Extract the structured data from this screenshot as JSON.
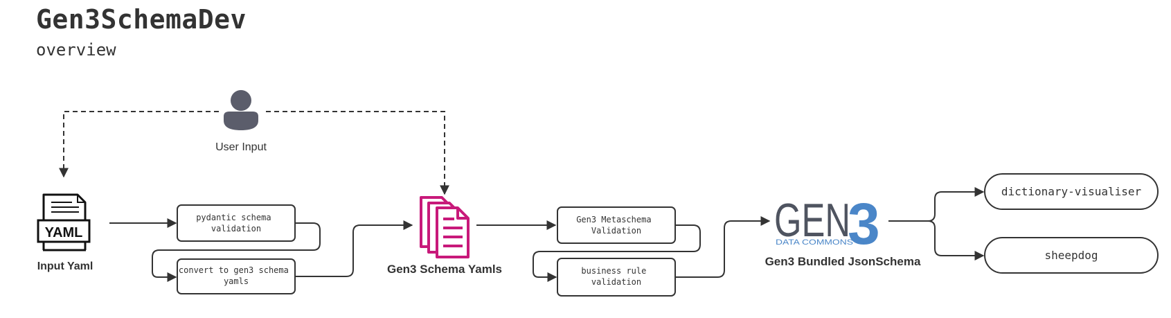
{
  "header": {
    "title": "Gen3SchemaDev",
    "subtitle": "overview"
  },
  "nodes": {
    "user_input": "User Input",
    "yaml_doc": "YAML",
    "input_yaml": "Input Yaml",
    "pydantic": [
      "pydantic schema",
      "validation"
    ],
    "convert": [
      "convert to gen3 schema",
      "yamls"
    ],
    "schema_yamls": "Gen3 Schema Yamls",
    "metaschema": [
      "Gen3 Metaschema",
      "Validation"
    ],
    "business": [
      "business rule",
      "validation"
    ],
    "gen3_logo": {
      "word": "GEN",
      "digit": "3",
      "tagline": "DATA COMMONS"
    },
    "bundled": "Gen3 Bundled JsonSchema",
    "visualiser": "dictionary-visualiser",
    "sheepdog": "sheepdog"
  },
  "colors": {
    "stroke": "#333333",
    "user_icon": "#5b5d6b",
    "schema_docs": "#c8197a",
    "gen3_dark": "#4f5460",
    "gen3_blue": "#4a86c8"
  }
}
